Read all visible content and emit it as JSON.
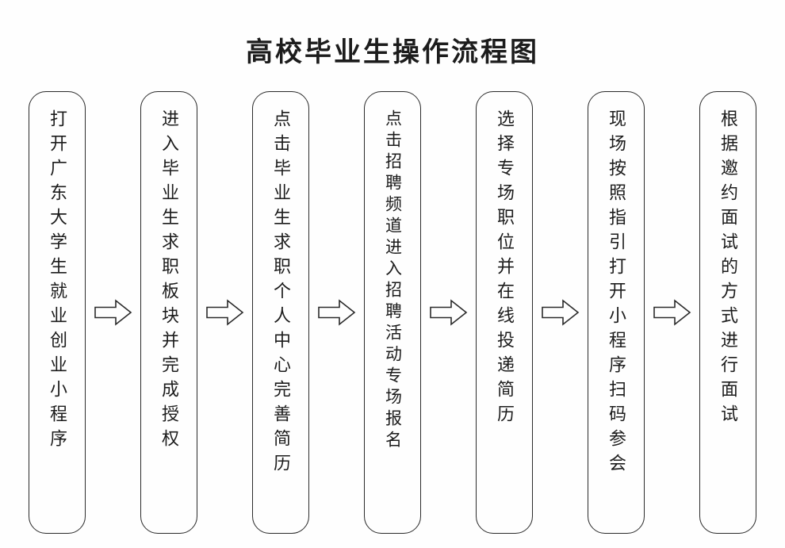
{
  "title": "高校毕业生操作流程图",
  "flow": {
    "steps": [
      {
        "label": "打开广东大学生就业创业小程序"
      },
      {
        "label": "进入毕业生求职板块并完成授权"
      },
      {
        "label": "点击毕业生求职个人中心完善简历"
      },
      {
        "label": "点击招聘频道进入招聘活动专场报名"
      },
      {
        "label": "选择专场职位并在线投递简历"
      },
      {
        "label": "现场按照指引打开小程序扫码参会"
      },
      {
        "label": "根据邀约面试的方式进行面试"
      }
    ],
    "line_color": "#2b2b2b",
    "background_color": "#fefefe"
  }
}
